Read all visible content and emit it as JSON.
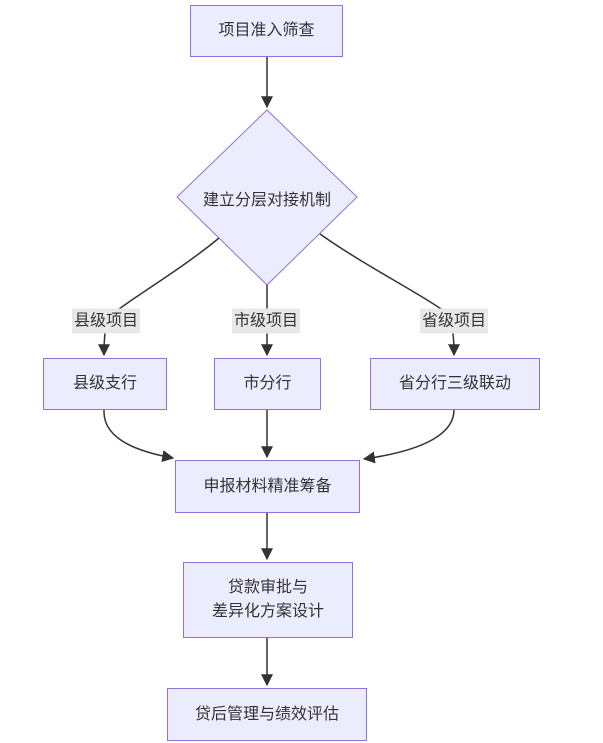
{
  "diagram": {
    "type": "flowchart",
    "direction": "top-down",
    "nodes": {
      "screening": {
        "label": "项目准入筛查"
      },
      "mechanism": {
        "label": "建立分层对接机制",
        "shape": "diamond"
      },
      "county_branch": {
        "label": "县级支行"
      },
      "city_branch": {
        "label": "市分行"
      },
      "province_branch": {
        "label": "省分行三级联动"
      },
      "materials": {
        "label": "申报材料精准筹备"
      },
      "approval": {
        "line1": "贷款审批与",
        "line2": "差异化方案设计"
      },
      "postloan": {
        "label": "贷后管理与绩效评估"
      }
    },
    "edge_labels": {
      "county": "县级项目",
      "city": "市级项目",
      "province": "省级项目"
    },
    "colors": {
      "node_fill": "#ECECFF",
      "node_border": "#9370DB",
      "edge_stroke": "#333333",
      "text": "#333333",
      "edge_label_bg": "#e8e8e8",
      "background": "#ffffff"
    }
  }
}
